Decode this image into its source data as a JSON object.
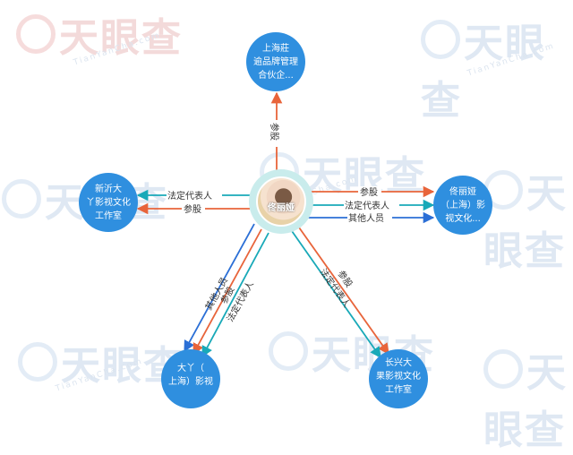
{
  "watermark": {
    "logo_text": "天眼查",
    "url_text": "TianYanCha.com"
  },
  "colors": {
    "node": "#2f8fdf",
    "edge_orange": "#e8643a",
    "edge_teal": "#18a9b8",
    "edge_blue": "#2b6fd6"
  },
  "center": {
    "name": "佟丽娅"
  },
  "nodes": [
    {
      "id": "top",
      "lines": [
        "上海莊",
        "逾品牌管理",
        "合伙企..."
      ]
    },
    {
      "id": "left",
      "lines": [
        "新沂大",
        "丫影视文化",
        "工作室"
      ]
    },
    {
      "id": "right",
      "lines": [
        "佟丽娅",
        "（上海）影",
        "视文化..."
      ]
    },
    {
      "id": "bottom_left",
      "lines": [
        "大丫（",
        "上海）影视"
      ]
    },
    {
      "id": "bottom_right",
      "lines": [
        "长兴大",
        "果影视文化",
        "工作室"
      ]
    }
  ],
  "edges": [
    {
      "target": "top",
      "label": "参股",
      "color": "orange"
    },
    {
      "target": "left",
      "label": "法定代表人",
      "color": "teal"
    },
    {
      "target": "left",
      "label": "参股",
      "color": "orange"
    },
    {
      "target": "right",
      "label": "参股",
      "color": "orange"
    },
    {
      "target": "right",
      "label": "法定代表人",
      "color": "teal"
    },
    {
      "target": "right",
      "label": "其他人员",
      "color": "blue"
    },
    {
      "target": "bottom_left",
      "label": "其他人员",
      "color": "blue"
    },
    {
      "target": "bottom_left",
      "label": "参股",
      "color": "orange"
    },
    {
      "target": "bottom_left",
      "label": "法定代表人",
      "color": "teal"
    },
    {
      "target": "bottom_right",
      "label": "参股",
      "color": "orange"
    },
    {
      "target": "bottom_right",
      "label": "法定代表人",
      "color": "teal"
    }
  ]
}
